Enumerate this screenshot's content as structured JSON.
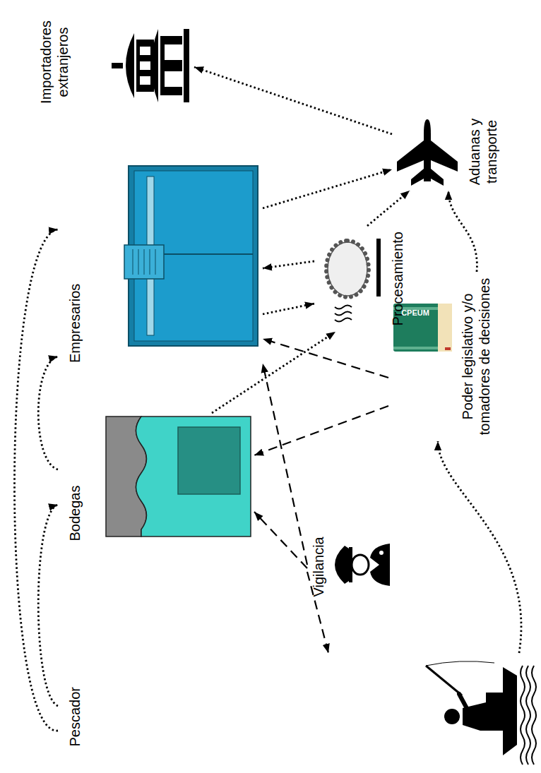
{
  "diagram": {
    "nodes": [
      {
        "text": [
          "Pescador"
        ]
      },
      {
        "text": [
          "Bodegas"
        ]
      },
      {
        "text": [
          "Empresarios"
        ]
      },
      {
        "text": [
          "Importadores extranjeros"
        ]
      },
      {
        "text": [
          "Vigilancia"
        ]
      },
      {
        "text": [
          "Procesamiento"
        ]
      },
      {
        "text": [
          "Poder legislativo y/o tomadores de decisiones"
        ]
      },
      {
        "text": [
          "Aduanas y transporte"
        ]
      }
    ],
    "edges": [
      {
        "from": 0,
        "to": 1,
        "arrow": "to"
      },
      {
        "from": 0,
        "to": 2,
        "arrow": "to"
      },
      {
        "from": 1,
        "to": 2,
        "arrow": "to"
      },
      {
        "from": 0,
        "to": 6,
        "arrow": "to"
      },
      {
        "from": 1,
        "to": 5,
        "arrow": "to"
      },
      {
        "from": 2,
        "to": 5,
        "arrow": "to"
      },
      {
        "from": 5,
        "to": 2,
        "arrow": "to"
      },
      {
        "from": 2,
        "to": 7,
        "arrow": "to"
      },
      {
        "from": 5,
        "to": 7,
        "arrow": "to"
      },
      {
        "from": 6,
        "to": 7,
        "arrow": "to"
      },
      {
        "from": 7,
        "to": 3,
        "arrow": "to"
      },
      {
        "from": 4,
        "to": 0,
        "arrow": "to"
      },
      {
        "from": 4,
        "to": 1,
        "arrow": "to"
      },
      {
        "from": 4,
        "to": 2,
        "arrow": "to"
      },
      {
        "from": 6,
        "to": 1,
        "arrow": "to"
      },
      {
        "from": 6,
        "to": 2,
        "arrow": "to"
      }
    ],
    "labels": [
      "CPEUM"
    ]
  }
}
